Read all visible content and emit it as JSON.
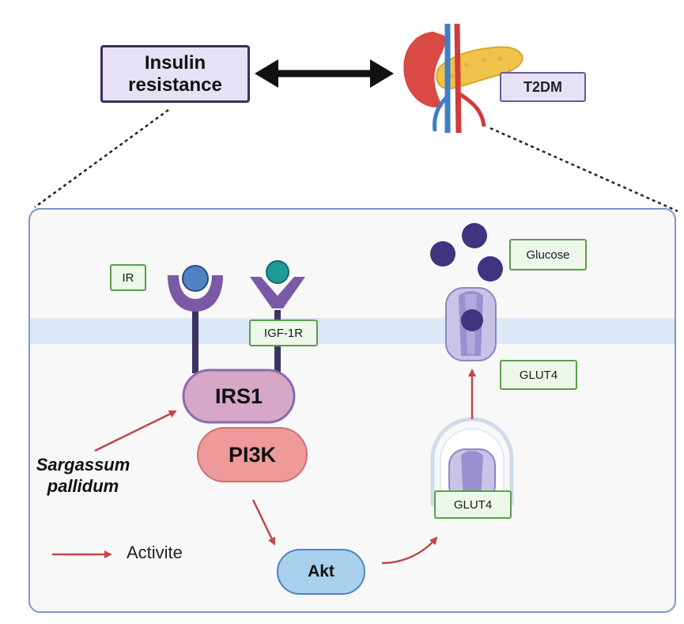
{
  "top": {
    "insulin_resistance_line1": "Insulin",
    "insulin_resistance_line2": "resistance",
    "t2dm": "T2DM"
  },
  "receptors": {
    "ir": "IR",
    "igf1r": "IGF-1R"
  },
  "molecules": {
    "irs1": "IRS1",
    "pi3k": "PI3K",
    "akt": "Akt"
  },
  "transport": {
    "glucose": "Glucose",
    "glut4_membrane": "GLUT4",
    "glut4_vesicle": "GLUT4"
  },
  "agent": {
    "line1": "Sargassum",
    "line2": "pallidum"
  },
  "legend": {
    "label": "Activite"
  },
  "colors": {
    "arrow": "#c0474a",
    "membrane": "#a9c6e6",
    "cell_border": "#7d96c8",
    "receptor": "#7a5aa6",
    "irs1_fill": "#d6a7c7",
    "pi3k_fill": "#ee9a9a",
    "akt_fill": "#a9d1ee",
    "glucose": "#3e3480",
    "ligand_ir": "#4f82c2",
    "ligand_igf": "#1f9a96"
  }
}
